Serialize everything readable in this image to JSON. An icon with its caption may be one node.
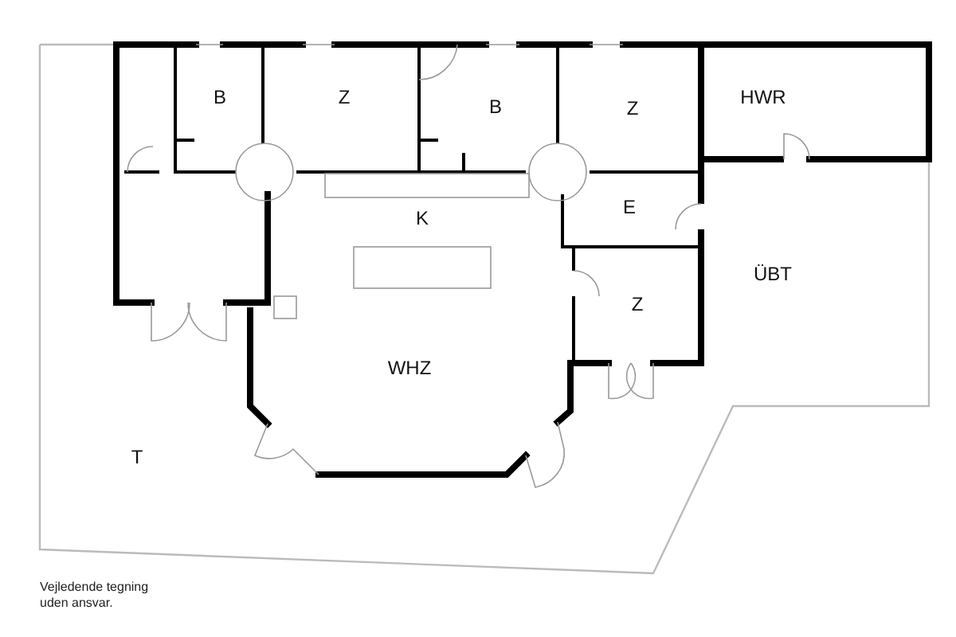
{
  "diagram": {
    "labels": [
      "B",
      "Z",
      "B",
      "Z",
      "HWR",
      "K",
      "E",
      "ÜBT",
      "Z",
      "WHZ",
      "T",
      "Vejledende tegning uden ansvar."
    ]
  }
}
